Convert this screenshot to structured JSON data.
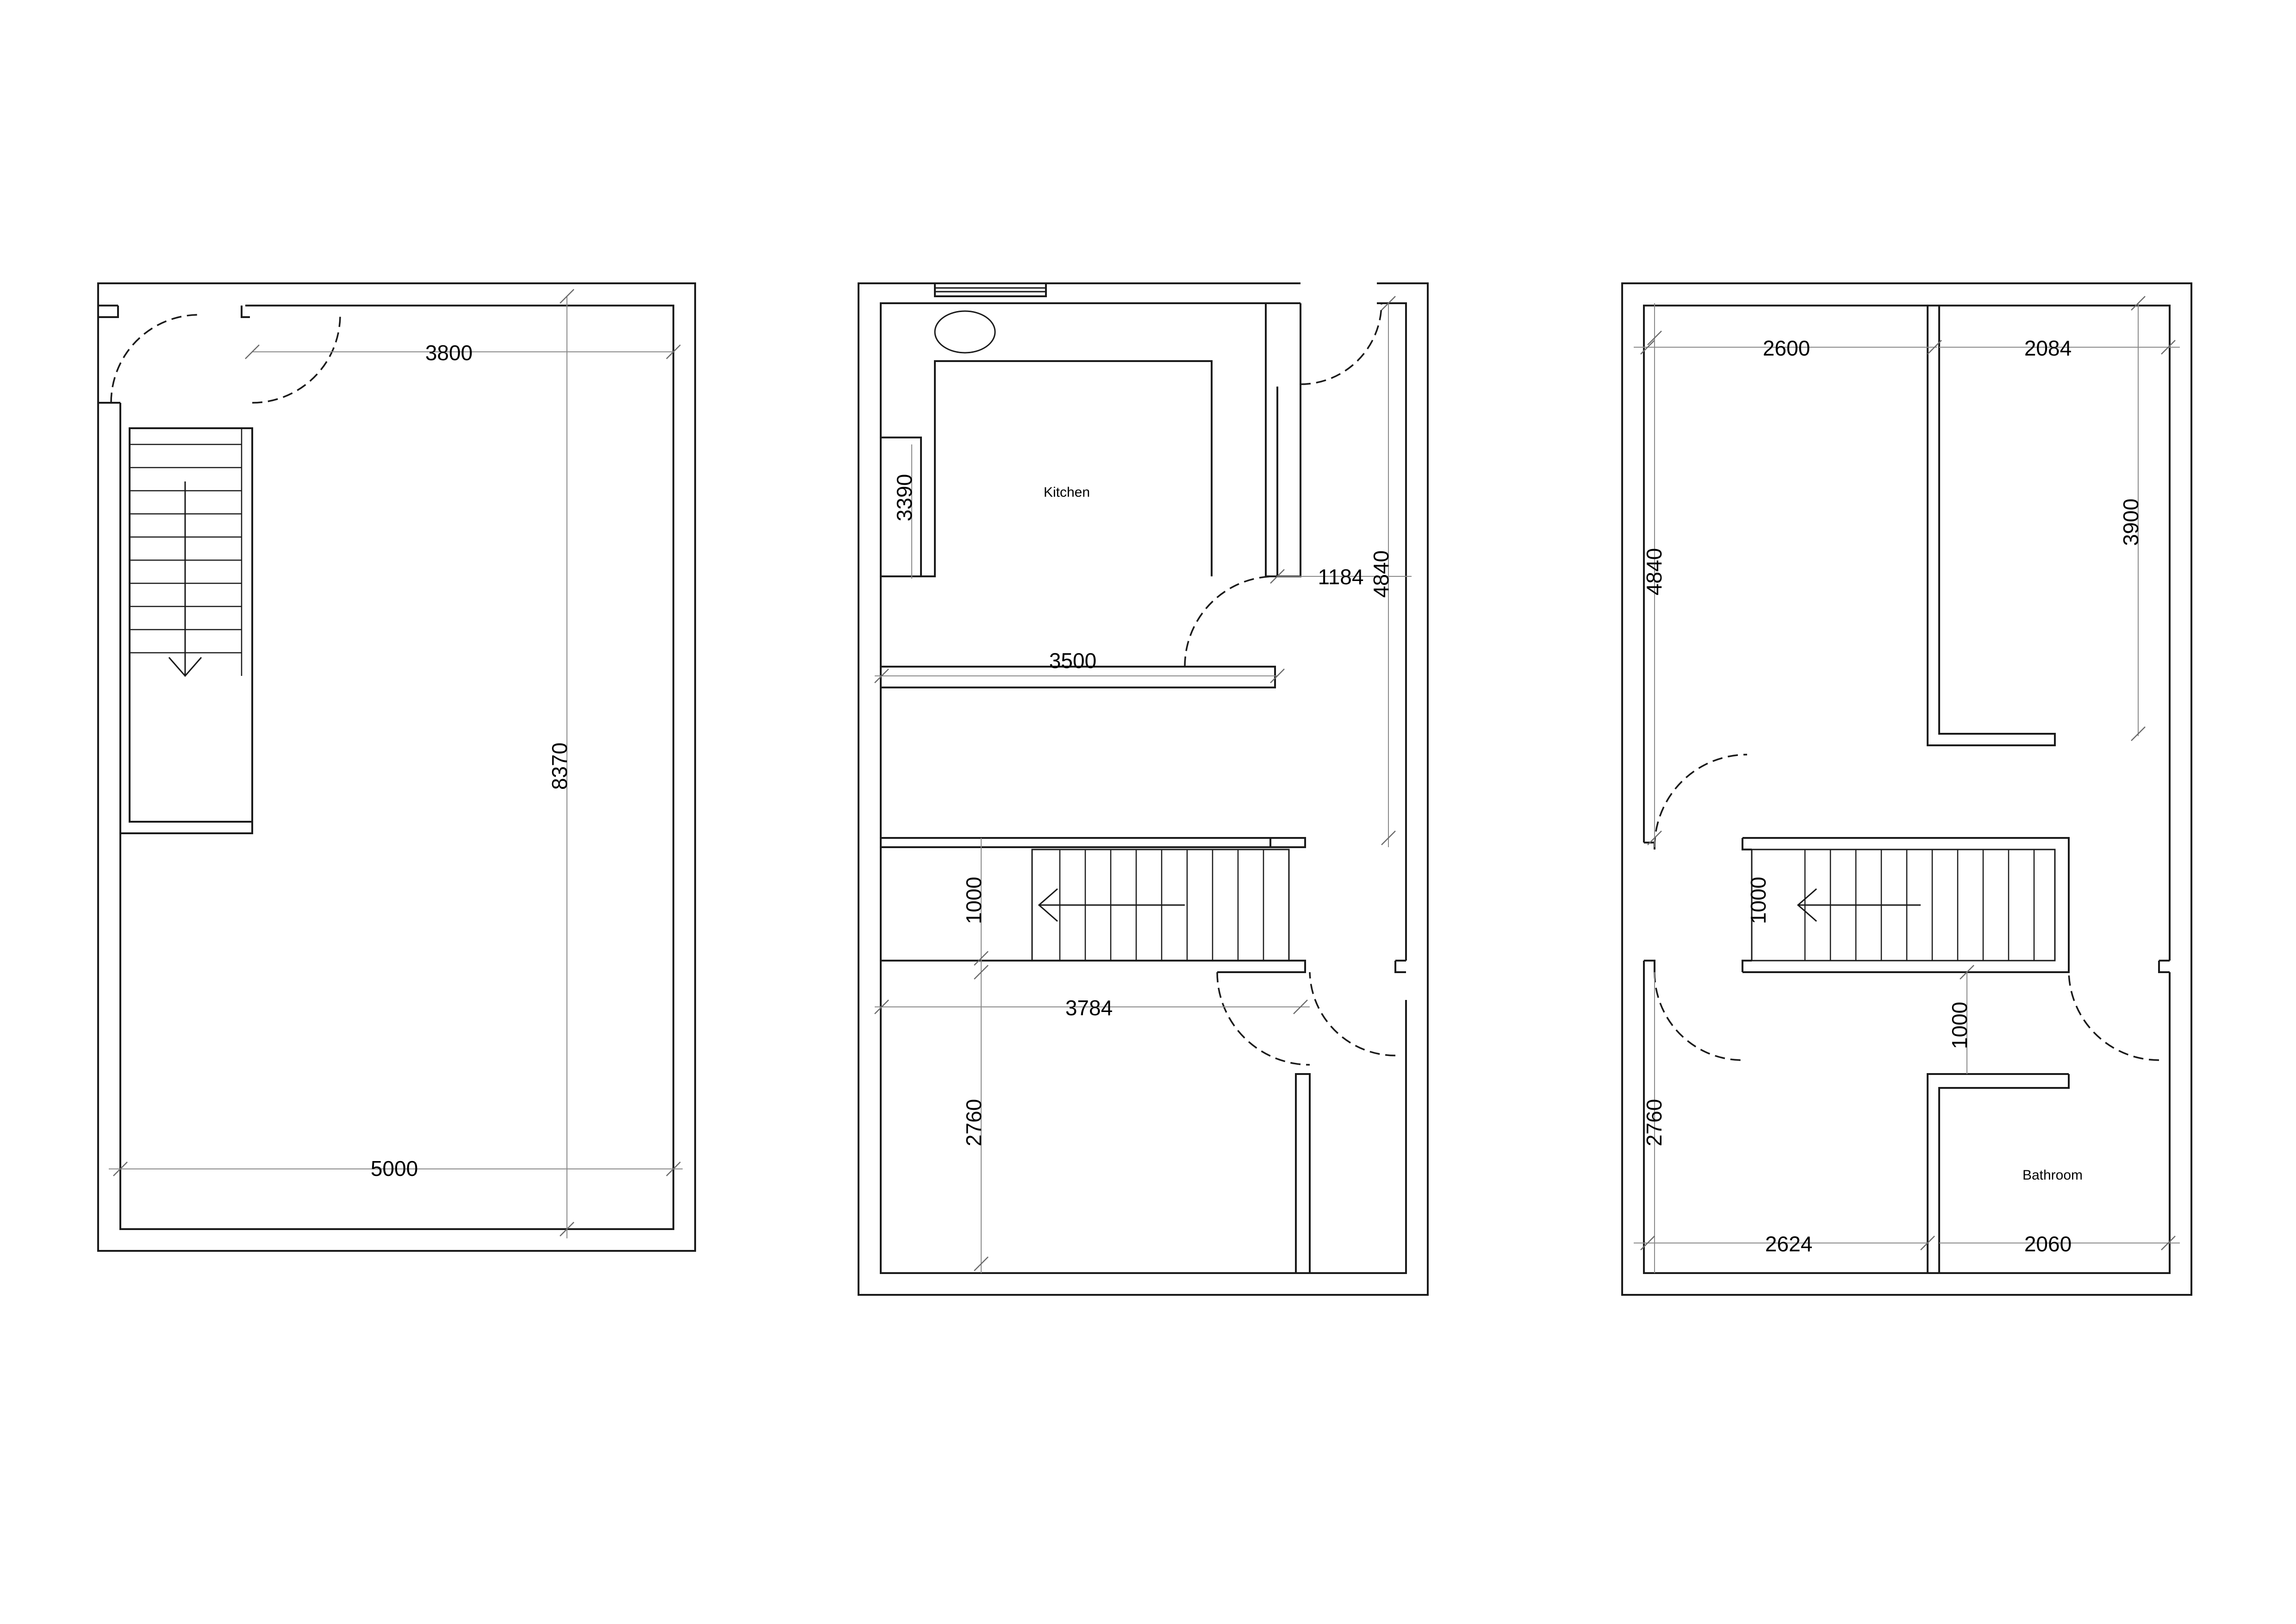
{
  "plans": [
    {
      "name": "plan-left",
      "dimensions": {
        "d3800": "3800",
        "d8370": "8370",
        "d5000": "5000"
      }
    },
    {
      "name": "plan-middle",
      "rooms": {
        "kitchen": "Kitchen"
      },
      "dimensions": {
        "d3390": "3390",
        "d1184": "1184",
        "d4840": "4840",
        "d3500": "3500",
        "d1000": "1000",
        "d3784": "3784",
        "d2760": "2760"
      }
    },
    {
      "name": "plan-right",
      "rooms": {
        "bathroom": "Bathroom"
      },
      "dimensions": {
        "d2600": "2600",
        "d2084": "2084",
        "d4840": "4840",
        "d3900": "3900",
        "d1000a": "1000",
        "d1000b": "1000",
        "d2760": "2760",
        "d2624": "2624",
        "d2060": "2060"
      }
    }
  ]
}
